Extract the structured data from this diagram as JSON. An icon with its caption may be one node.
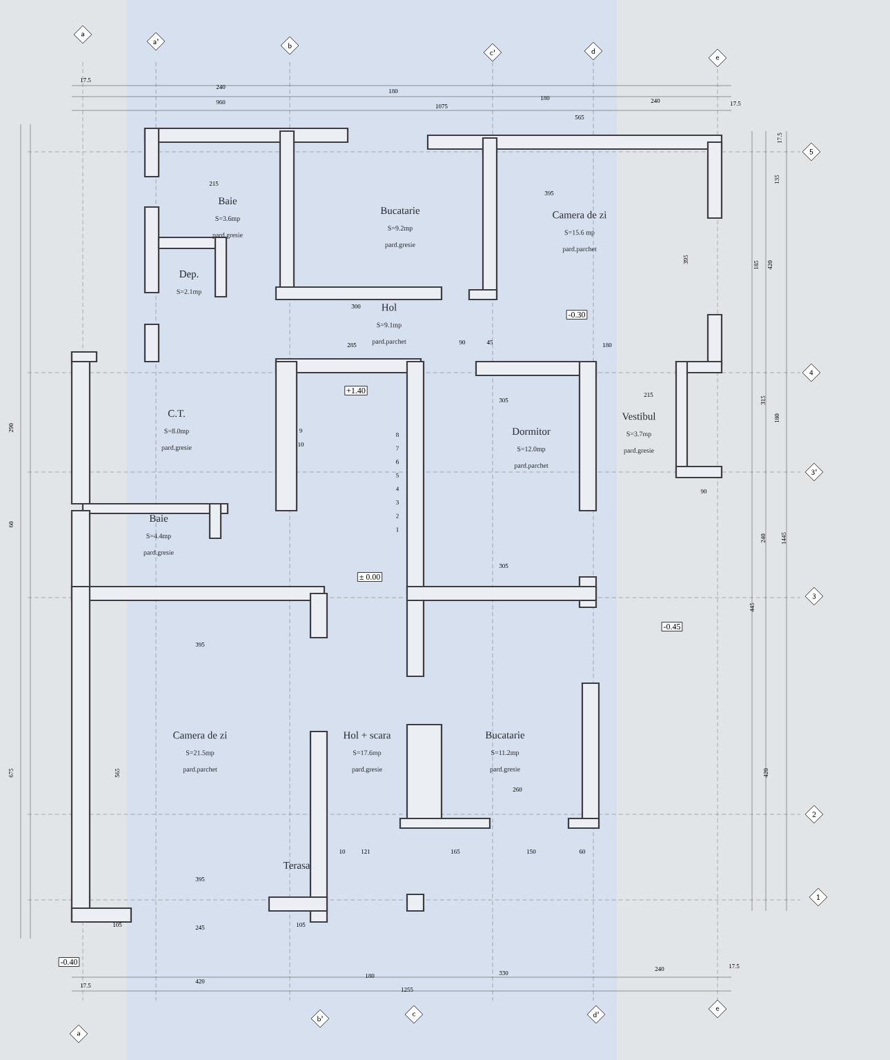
{
  "diagram": {
    "nodes": [
      {
        "text": [
          "Baie",
          "S=3.6mp",
          "pard.gresie"
        ]
      },
      {
        "text": [
          "Dep.",
          "S=2.1mp"
        ]
      },
      {
        "text": [
          "Bucatarie",
          "S=9.2mp",
          "pard.gresie"
        ]
      },
      {
        "text": [
          "Camera de zi",
          "S=15.6 mp",
          "pard.parchet"
        ]
      },
      {
        "text": [
          "Hol",
          "S=9.1mp",
          "pard.parchet"
        ]
      },
      {
        "text": [
          "C.T.",
          "S=8.0mp",
          "pard.gresie"
        ]
      },
      {
        "text": [
          "Baie",
          "S=4.4mp",
          "pard.gresie"
        ]
      },
      {
        "text": [
          "Dormitor",
          "S=12.0mp",
          "pard.parchet"
        ]
      },
      {
        "text": [
          "Vestibul",
          "S=3.7mp",
          "pard.gresie"
        ]
      },
      {
        "text": [
          "Camera de zi",
          "S=21.5mp",
          "pard.parchet"
        ]
      },
      {
        "text": [
          "Hol + scara",
          "S=17.6mp",
          "pard.gresie"
        ]
      },
      {
        "text": [
          "Bucatarie",
          "S=11.2mp",
          "pard.gresie"
        ]
      },
      {
        "text": [
          "Terasa"
        ]
      }
    ],
    "labels": [
      "a",
      "a'",
      "b",
      "c'",
      "d",
      "e",
      "17.5",
      "240",
      "180",
      "960",
      "1075",
      "180",
      "240",
      "17.5",
      "565",
      "5",
      "4",
      "3'",
      "3",
      "2",
      "1",
      "17.5",
      "135",
      "185",
      "420",
      "395",
      "315",
      "180",
      "240",
      "1445",
      "445",
      "420",
      "290",
      "60",
      "675",
      "565",
      "215",
      "395",
      "300",
      "285",
      "90",
      "45",
      "180",
      "305",
      "215",
      "90",
      "305",
      "395",
      "260",
      "10",
      "121",
      "165",
      "150",
      "60",
      "395",
      "245",
      "105",
      "105",
      "-0.30",
      "+1.40",
      "± 0.00",
      "-0.45",
      "-0.40",
      "17.5",
      "420",
      "180",
      "330",
      "240",
      "17.5",
      "1255",
      "a",
      "b'",
      "c",
      "d'",
      "e",
      "9",
      "10",
      "8",
      "7",
      "6",
      "5",
      "4",
      "3",
      "2",
      "1"
    ]
  }
}
